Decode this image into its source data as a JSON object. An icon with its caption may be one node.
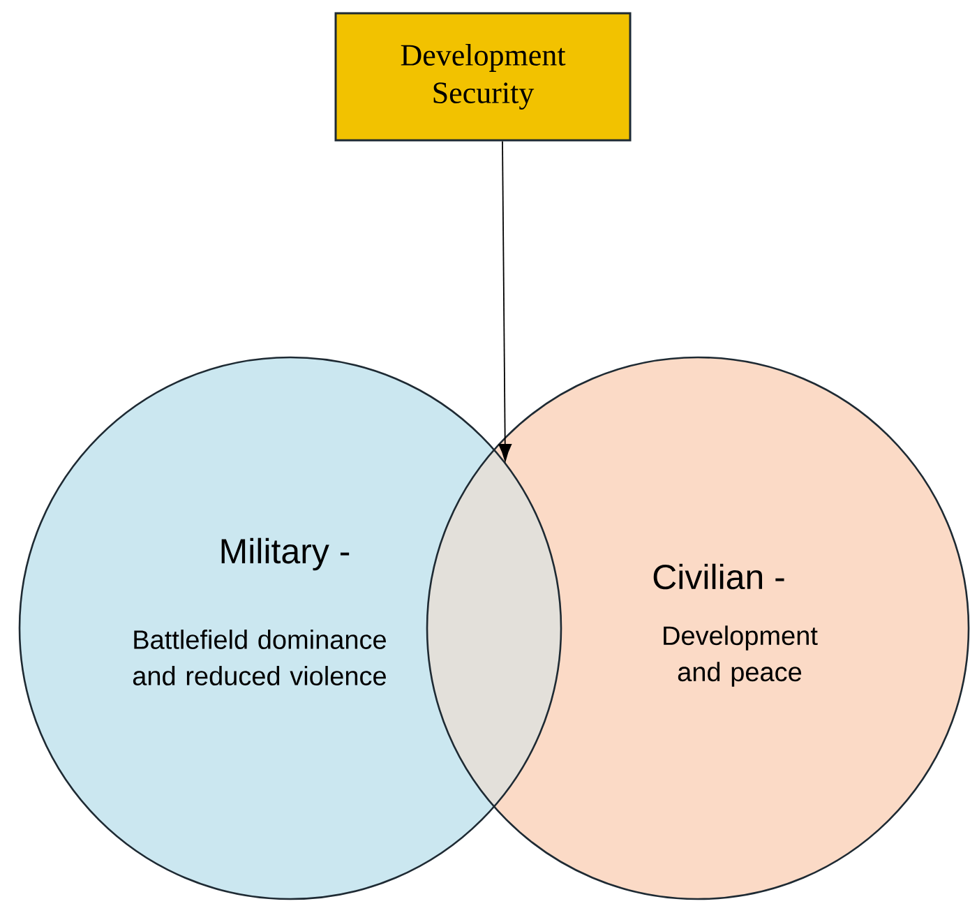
{
  "diagram": {
    "nodes": [
      {
        "text": [
          "Development Security"
        ]
      },
      {
        "text": [
          "Military -",
          "Battlefield dominance and reduced violence"
        ]
      },
      {
        "text": [
          "Civilian -",
          "Development and peace"
        ]
      },
      {
        "text": [],
        "shape": "lens"
      }
    ],
    "edges": [
      {
        "from": 0,
        "to": 3,
        "arrow": "to"
      }
    ]
  }
}
